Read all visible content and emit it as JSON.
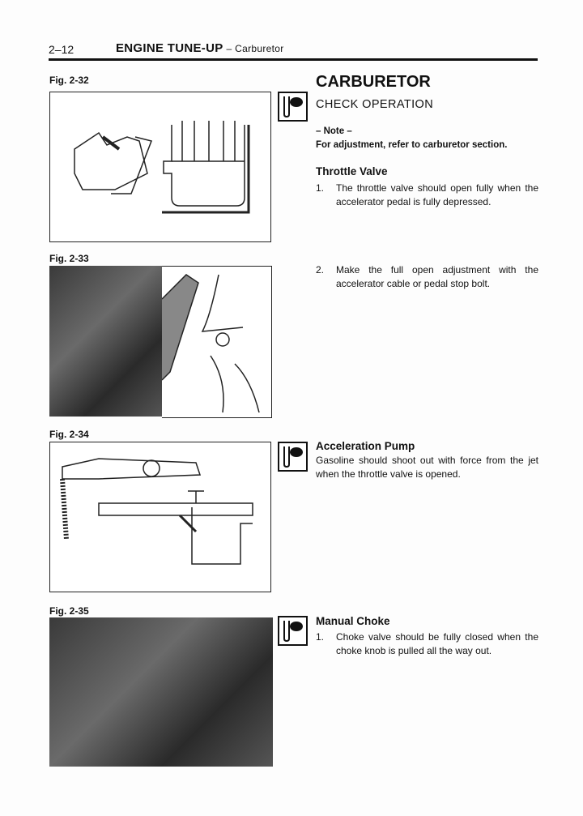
{
  "header": {
    "page_number": "2–12",
    "title": "ENGINE TUNE-UP",
    "subtitle": "– Carburetor"
  },
  "figures": [
    {
      "label": "Fig. 2-32"
    },
    {
      "label": "Fig. 2-33"
    },
    {
      "label": "Fig. 2-34"
    },
    {
      "label": "Fig. 2-35"
    }
  ],
  "section": {
    "title": "CARBURETOR",
    "subtitle": "CHECK OPERATION",
    "note_label": "– Note –",
    "note_text": "For adjustment, refer to carburetor section.",
    "throttle": {
      "heading": "Throttle Valve",
      "items": [
        {
          "num": "1.",
          "text": "The throttle valve should open fully when the accelerator pedal is fully depressed."
        },
        {
          "num": "2.",
          "text": "Make the full open adjustment with the accelerator cable or pedal stop bolt."
        }
      ]
    },
    "pump": {
      "heading": "Acceleration Pump",
      "text": "Gasoline should shoot out with force from the jet when the throttle valve is opened."
    },
    "choke": {
      "heading": "Manual Choke",
      "items": [
        {
          "num": "1.",
          "text": "Choke valve should be fully closed when the choke knob is pulled all the way out."
        }
      ]
    }
  }
}
